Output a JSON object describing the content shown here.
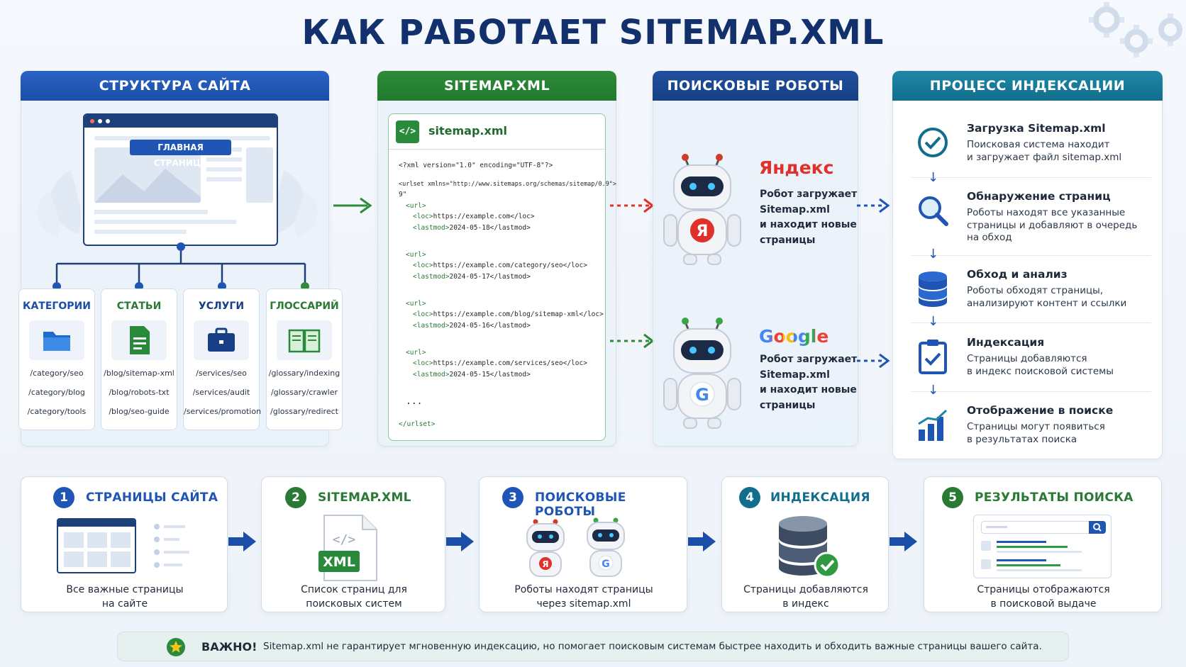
{
  "title": "КАК РАБОТАЕТ SITEMAP.XML",
  "colors": {
    "primary": "#1b4ea8",
    "green": "#2a7a36",
    "teal": "#126e8c",
    "red": "#e0302a"
  },
  "site_structure": {
    "header": "СТРУКТУРА САЙТА",
    "home_label": "ГЛАВНАЯ СТРАНИЦА",
    "categories": [
      {
        "title": "КАТЕГОРИИ",
        "icon": "folder-icon",
        "links": [
          "/category/seo",
          "/category/blog",
          "/category/tools"
        ]
      },
      {
        "title": "СТАТЬИ",
        "icon": "document-icon",
        "links": [
          "/blog/sitemap-xml",
          "/blog/robots-txt",
          "/blog/seo-guide"
        ]
      },
      {
        "title": "УСЛУГИ",
        "icon": "briefcase-icon",
        "links": [
          "/services/seo",
          "/services/audit",
          "/services/promotion"
        ]
      },
      {
        "title": "ГЛОССАРИЙ",
        "icon": "book-icon",
        "links": [
          "/glossary/indexing",
          "/glossary/crawler",
          "/glossary/redirect"
        ]
      }
    ]
  },
  "sitemap": {
    "header": "SITEMAP.XML",
    "filename": "sitemap.xml",
    "code_icon": "</>",
    "xml_decl": "<?xml version=\"1.0\" encoding=\"UTF-8\"?>",
    "urlset_open": "<urlset xmlns=\"http://www.sitemaps.org/schemas/sitemap/0.9\">",
    "urlset_tail": "9\"",
    "urls": [
      {
        "loc": "https://example.com</loc>",
        "lastmod": "2024-05-18</lastmod>"
      },
      {
        "loc": "https://example.com/category/seo</loc>",
        "lastmod": "2024-05-17</lastmod>"
      },
      {
        "loc": "https://example.com/blog/sitemap-xml</loc>",
        "lastmod": "2024-05-16</lastmod>"
      },
      {
        "loc": "https://example.com/services/seo</loc>",
        "lastmod": "2024-05-15</lastmod>"
      }
    ],
    "url_open": "<url>",
    "loc_open": "<loc>",
    "lastmod_open": "<lastmod>",
    "ellipsis": "...",
    "urlset_close": "</urlset>"
  },
  "robots": {
    "header": "ПОИСКОВЫЕ РОБОТЫ",
    "yandex": {
      "brand": "Яндекс",
      "badge": "Я",
      "lines": [
        "Робот загружает",
        "Sitemap.xml",
        "и находит новые",
        "страницы"
      ]
    },
    "google": {
      "brand": "Google",
      "badge": "G",
      "lines": [
        "Робот загружает",
        "Sitemap.xml",
        "и находит новые",
        "страницы"
      ]
    }
  },
  "indexing": {
    "header": "ПРОЦЕСС ИНДЕКСАЦИИ",
    "steps": [
      {
        "icon": "check-circle-icon",
        "title": "Загрузка Sitemap.xml",
        "desc": [
          "Поисковая система находит",
          "и загружает файл sitemap.xml"
        ]
      },
      {
        "icon": "magnifier-icon",
        "title": "Обнаружение страниц",
        "desc": [
          "Роботы находят все указанные",
          "страницы и добавляют в очередь",
          "на обход"
        ]
      },
      {
        "icon": "database-icon",
        "title": "Обход и анализ",
        "desc": [
          "Роботы обходят страницы,",
          "анализируют контент и ссылки"
        ]
      },
      {
        "icon": "clipboard-check-icon",
        "title": "Индексация",
        "desc": [
          "Страницы добавляются",
          "в индекс поисковой системы"
        ]
      },
      {
        "icon": "bar-chart-icon",
        "title": "Отображение в поиске",
        "desc": [
          "Страницы могут появиться",
          "в результатах поиска"
        ]
      }
    ]
  },
  "flow": [
    {
      "num": "1",
      "title": "СТРАНИЦЫ САЙТА",
      "desc": [
        "Все важные страницы",
        "на сайте"
      ]
    },
    {
      "num": "2",
      "title": "SITEMAP.XML",
      "desc": [
        "Список страниц для",
        "поисковых систем"
      ],
      "file_label": "XML",
      "file_code": "</>"
    },
    {
      "num": "3",
      "title": "ПОИСКОВЫЕ РОБОТЫ",
      "desc": [
        "Роботы находят страницы",
        "через sitemap.xml"
      ]
    },
    {
      "num": "4",
      "title": "ИНДЕКСАЦИЯ",
      "desc": [
        "Страницы добавляются",
        "в индекс"
      ]
    },
    {
      "num": "5",
      "title": "РЕЗУЛЬТАТЫ ПОИСКА",
      "desc": [
        "Страницы отображаются",
        "в поисковой выдаче"
      ]
    }
  ],
  "important": {
    "label": "ВАЖНО!",
    "text": "Sitemap.xml не гарантирует мгновенную индексацию, но помогает поисковым системам быстрее находить и обходить важные страницы вашего сайта."
  }
}
